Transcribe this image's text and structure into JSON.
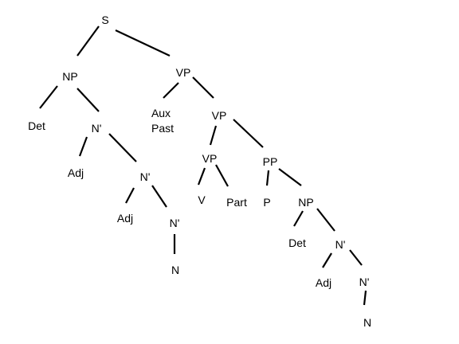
{
  "tree": {
    "nodes": {
      "s": "S",
      "np": "NP",
      "vp": "VP",
      "det1": "Det",
      "nbar1": "N'",
      "aux": "Aux",
      "past": "Past",
      "vp2": "VP",
      "adj1": "Adj",
      "nbar2": "N'",
      "vp3": "VP",
      "pp": "PP",
      "adj2": "Adj",
      "nbar3": "N'",
      "n1": "N",
      "v": "V",
      "part": "Part",
      "p": "P",
      "np2": "NP",
      "det2": "Det",
      "nbar4": "N'",
      "adj3": "Adj",
      "nbar5": "N'",
      "n2": "N"
    }
  }
}
